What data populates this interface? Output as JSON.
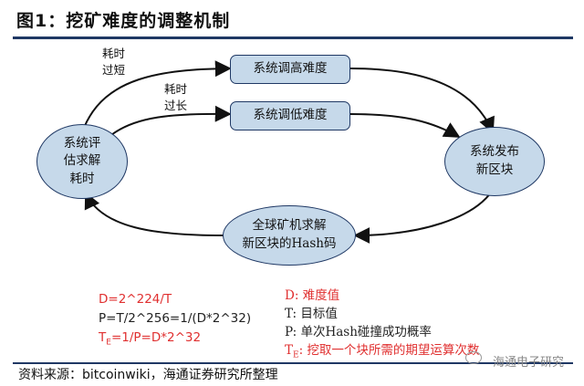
{
  "title": "图1：挖矿难度的调整机制",
  "nodes": {
    "evaluate": "系统评\n估求解\n耗时",
    "raise": "系统调高难度",
    "lower": "系统调低难度",
    "publish": "系统发布\n新区块",
    "solve": "全球矿机求解\n新区块的Hash码"
  },
  "arrow_labels": {
    "too_short": "耗时\n过短",
    "too_long": "耗时\n过长"
  },
  "formulas": {
    "d": "D=2^224/T",
    "p": "P=T/2^256=1/(D*2^32)",
    "te_prefix": "T",
    "te_sub": "E",
    "te_rest": "=1/P=D*2^32"
  },
  "legend": {
    "d": "D:  难度值",
    "t": "T:  目标值",
    "p": "P:  单次Hash碰撞成功概率",
    "te_prefix": "T",
    "te_sub": "E",
    "te_rest": ":  挖取一个块所需的期望运算次数"
  },
  "source": "资料来源：bitcoinwiki，海通证券研究所整理",
  "watermark": "海通电子研究",
  "colors": {
    "node_fill": "#c6d9ea",
    "node_border": "#1f3864",
    "accent_red": "#e03030"
  }
}
